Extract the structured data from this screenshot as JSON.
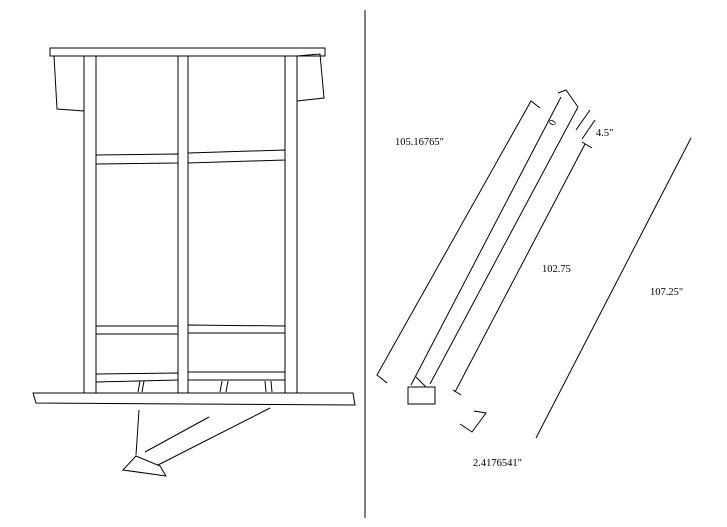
{
  "diagram": {
    "labels": {
      "long_side": "105.16765\"",
      "thickness": "4.5\"",
      "inner_length": "102.75",
      "outer_length": "107.25\"",
      "offset": "2.4176541\"",
      "end_mark": "0"
    }
  }
}
